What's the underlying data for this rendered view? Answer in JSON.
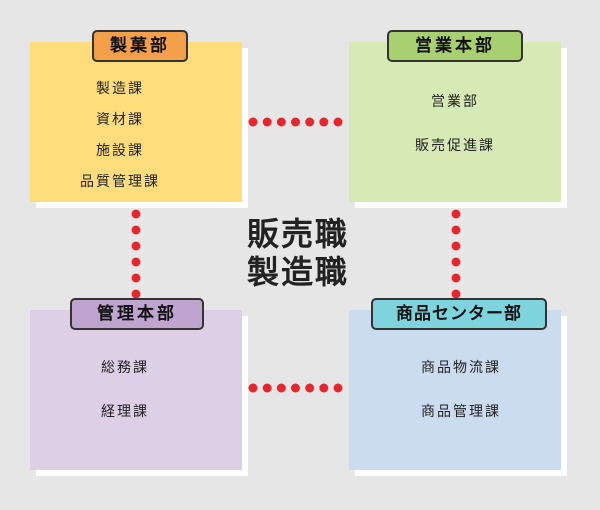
{
  "departments": {
    "seizo": {
      "title": "製菓部",
      "items": [
        "製造課",
        "資材課",
        "施設課",
        "品質管理課"
      ]
    },
    "eigyo": {
      "title": "営業本部",
      "items": [
        "営業部",
        "販売促進課"
      ]
    },
    "kanri": {
      "title": "管理本部",
      "items": [
        "総務課",
        "経理課"
      ]
    },
    "shohin": {
      "title": "商品センター部",
      "items": [
        "商品物流課",
        "商品管理課"
      ]
    }
  },
  "center": {
    "line1": "販売職",
    "line2": "製造職"
  },
  "colors": {
    "connector_dot": "#e8242c"
  }
}
